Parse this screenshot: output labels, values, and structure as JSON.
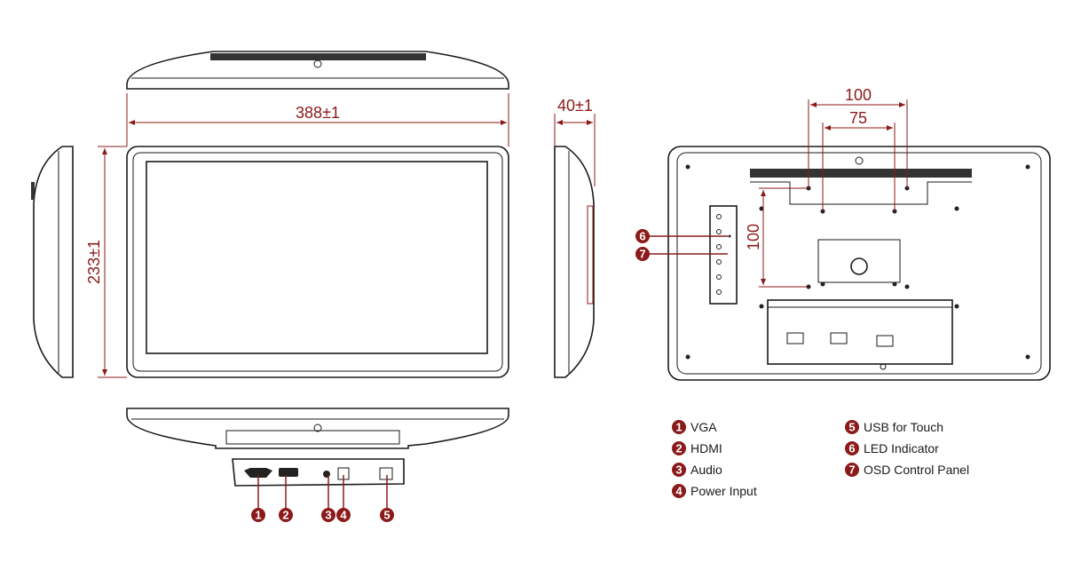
{
  "dimensions": {
    "width": "388±1",
    "height": "233±1",
    "depth": "40±1",
    "vesa_outer": "100",
    "vesa_inner": "75",
    "vesa_vertical": "100"
  },
  "accent_color": "#8b1a1a",
  "legend": [
    {
      "num": "1",
      "label": "VGA"
    },
    {
      "num": "2",
      "label": "HDMI"
    },
    {
      "num": "3",
      "label": "Audio"
    },
    {
      "num": "4",
      "label": "Power Input"
    },
    {
      "num": "5",
      "label": "USB for Touch"
    },
    {
      "num": "6",
      "label": "LED Indicator"
    },
    {
      "num": "7",
      "label": "OSD Control Panel"
    }
  ]
}
